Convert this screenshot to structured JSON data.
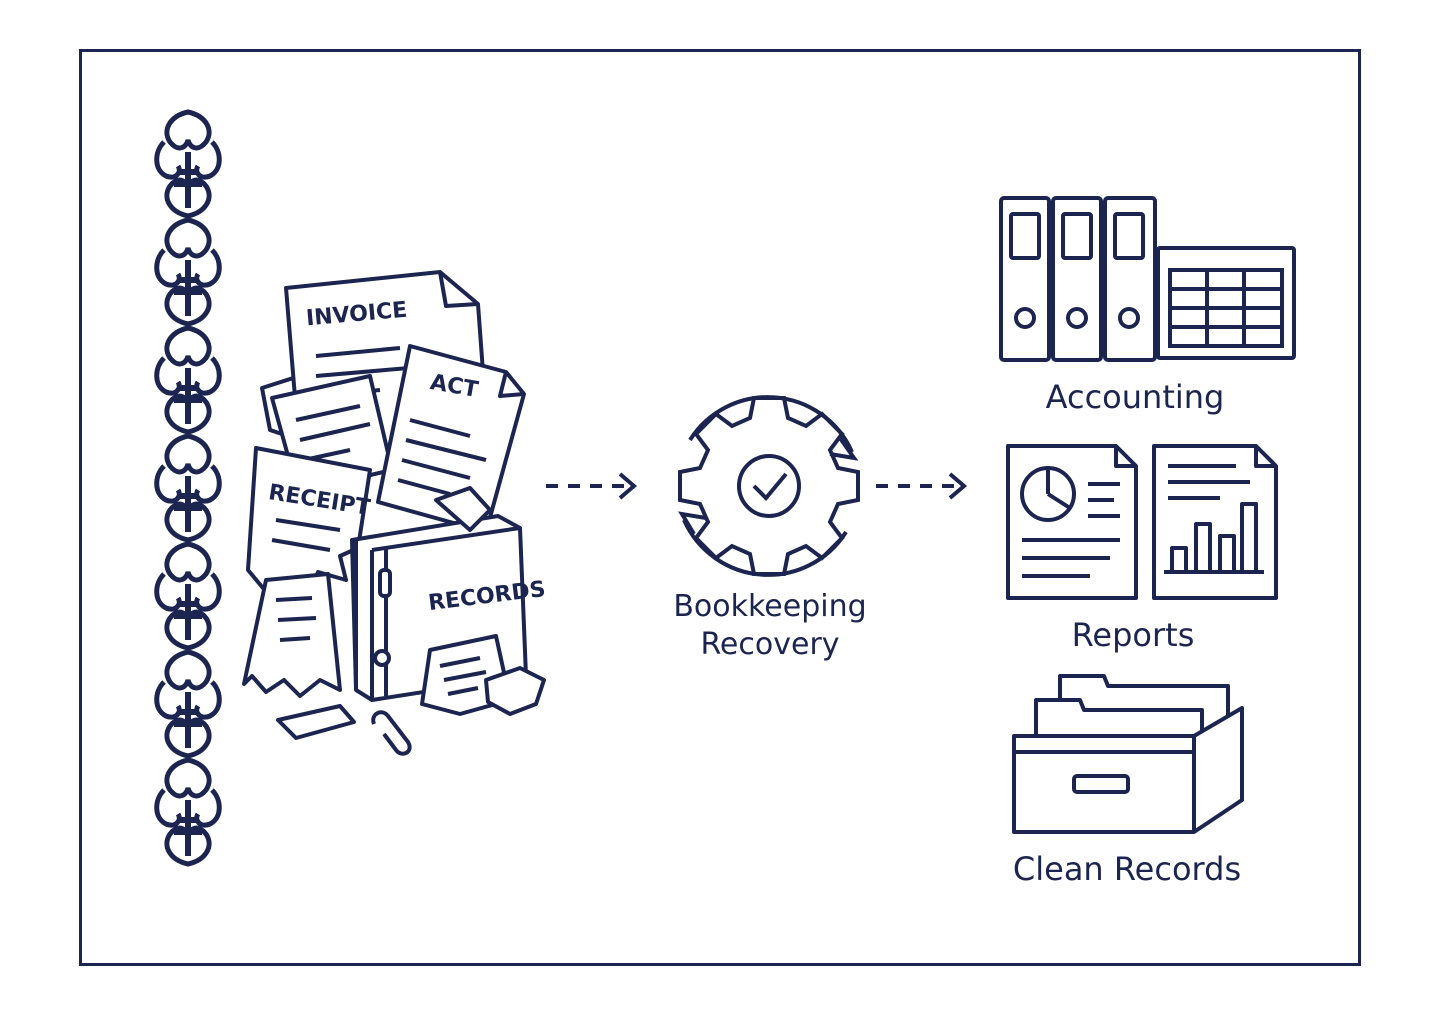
{
  "colors": {
    "ink": "#1b2550",
    "paper": "#ffffff"
  },
  "documents": {
    "invoice": "INVOICE",
    "act": "ACT",
    "receipt": "RECEIPT",
    "records": "RECORDS"
  },
  "process": {
    "title_line1": "Bookkeeping",
    "title_line2": "Recovery",
    "icon": "gear-check-cycle-icon"
  },
  "outcomes": [
    {
      "label": "Accounting",
      "icon": "binders-spreadsheet-icon"
    },
    {
      "label": "Reports",
      "icon": "report-documents-icon"
    },
    {
      "label": "Clean Records",
      "icon": "file-box-icon"
    }
  ]
}
